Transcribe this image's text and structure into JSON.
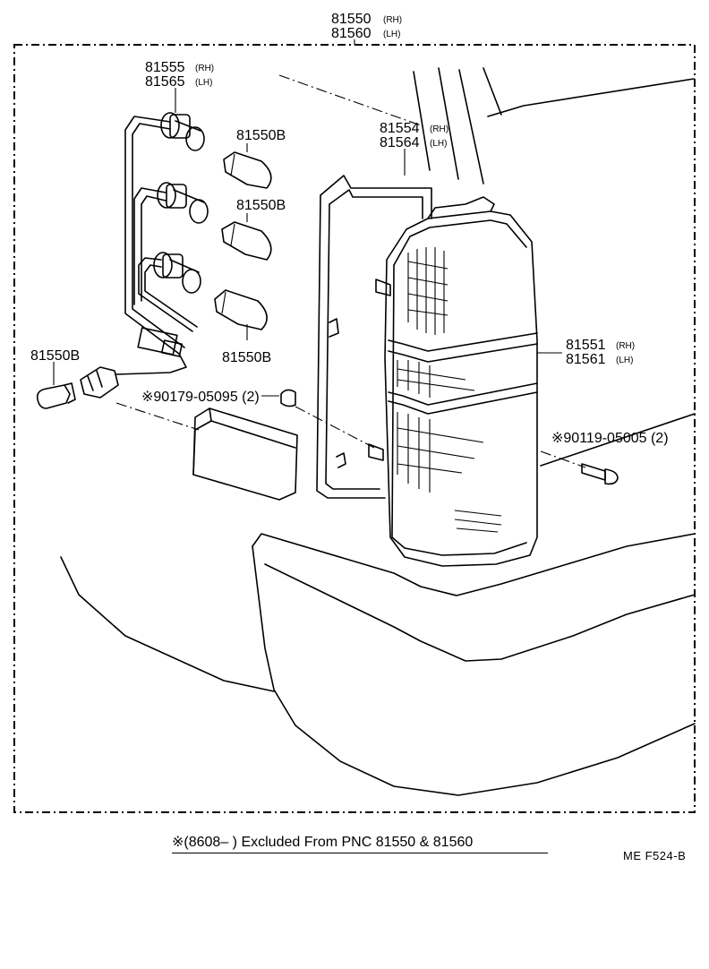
{
  "assembly": {
    "pn_rh": "81550",
    "tag_rh": "(RH)",
    "pn_lh": "81560",
    "tag_lh": "(LH)"
  },
  "socket_wire": {
    "pn_rh": "81555",
    "tag_rh": "(RH)",
    "pn_lh": "81565",
    "tag_lh": "(LH)"
  },
  "gasket": {
    "pn_rh": "81554",
    "tag_rh": "(RH)",
    "pn_lh": "81564",
    "tag_lh": "(LH)"
  },
  "lens": {
    "pn_rh": "81551",
    "tag_rh": "(RH)",
    "pn_lh": "81561",
    "tag_lh": "(LH)"
  },
  "bulbs": {
    "upper": "81550B",
    "middle": "81550B",
    "lower": "81550B",
    "side": "81550B"
  },
  "screw_left": "※90179-05095 (2)",
  "screw_right": "※90119-05005 (2)",
  "footnote": "※(8608–        ) Excluded From PNC 81550 & 81560",
  "figure_code": "ME  F524-B"
}
